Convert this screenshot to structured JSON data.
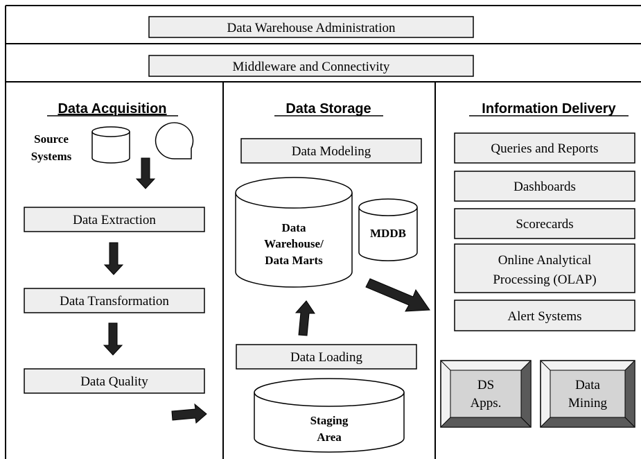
{
  "bars": {
    "administration": "Data Warehouse Administration",
    "middleware": "Middleware and Connectivity"
  },
  "acquisition": {
    "heading": "Data Acquisition",
    "source_line1": "Source",
    "source_line2": "Systems",
    "extraction": "Data Extraction",
    "transformation": "Data Transformation",
    "quality": "Data Quality"
  },
  "storage": {
    "heading": "Data Storage",
    "modeling": "Data Modeling",
    "warehouse_line1": "Data",
    "warehouse_line2": "Warehouse/",
    "warehouse_line3": "Data Marts",
    "mddb": "MDDB",
    "loading": "Data Loading",
    "staging_line1": "Staging",
    "staging_line2": "Area"
  },
  "delivery": {
    "heading": "Information Delivery",
    "queries": "Queries and Reports",
    "dashboards": "Dashboards",
    "scorecards": "Scorecards",
    "olap_line1": "Online Analytical",
    "olap_line2": "Processing (OLAP)",
    "alerts": "Alert Systems",
    "ds_line1": "DS",
    "ds_line2": "Apps.",
    "mining_line1": "Data",
    "mining_line2": "Mining"
  },
  "colors": {
    "box_fill": "#eeeeee",
    "bevel_face": "#d4d4d4",
    "bevel_light": "#f2f2f2",
    "bevel_dark": "#5a5a5a",
    "line": "#000000"
  }
}
